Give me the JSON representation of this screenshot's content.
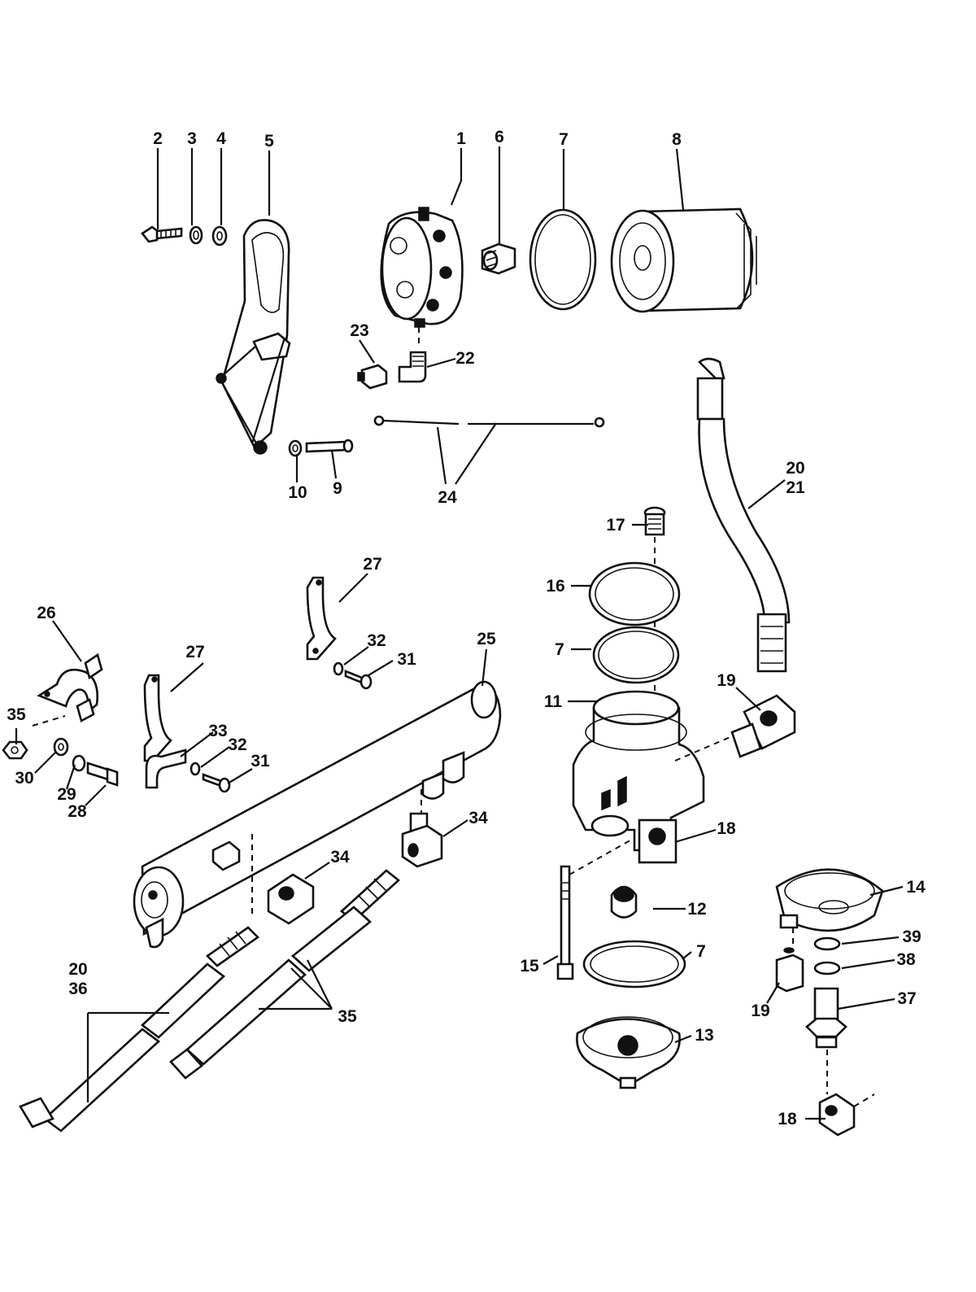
{
  "diagram": {
    "labels": [
      "2",
      "3",
      "4",
      "5",
      "1",
      "6",
      "7",
      "8",
      "23",
      "22",
      "24",
      "10",
      "9",
      "20",
      "21",
      "17",
      "16",
      "7",
      "11",
      "19",
      "27",
      "26",
      "35",
      "30",
      "29",
      "28",
      "27",
      "33",
      "32",
      "31",
      "32",
      "31",
      "25",
      "34",
      "34",
      "18",
      "12",
      "15",
      "7",
      "13",
      "14",
      "39",
      "38",
      "19",
      "37",
      "18",
      "20",
      "36",
      "35"
    ]
  }
}
